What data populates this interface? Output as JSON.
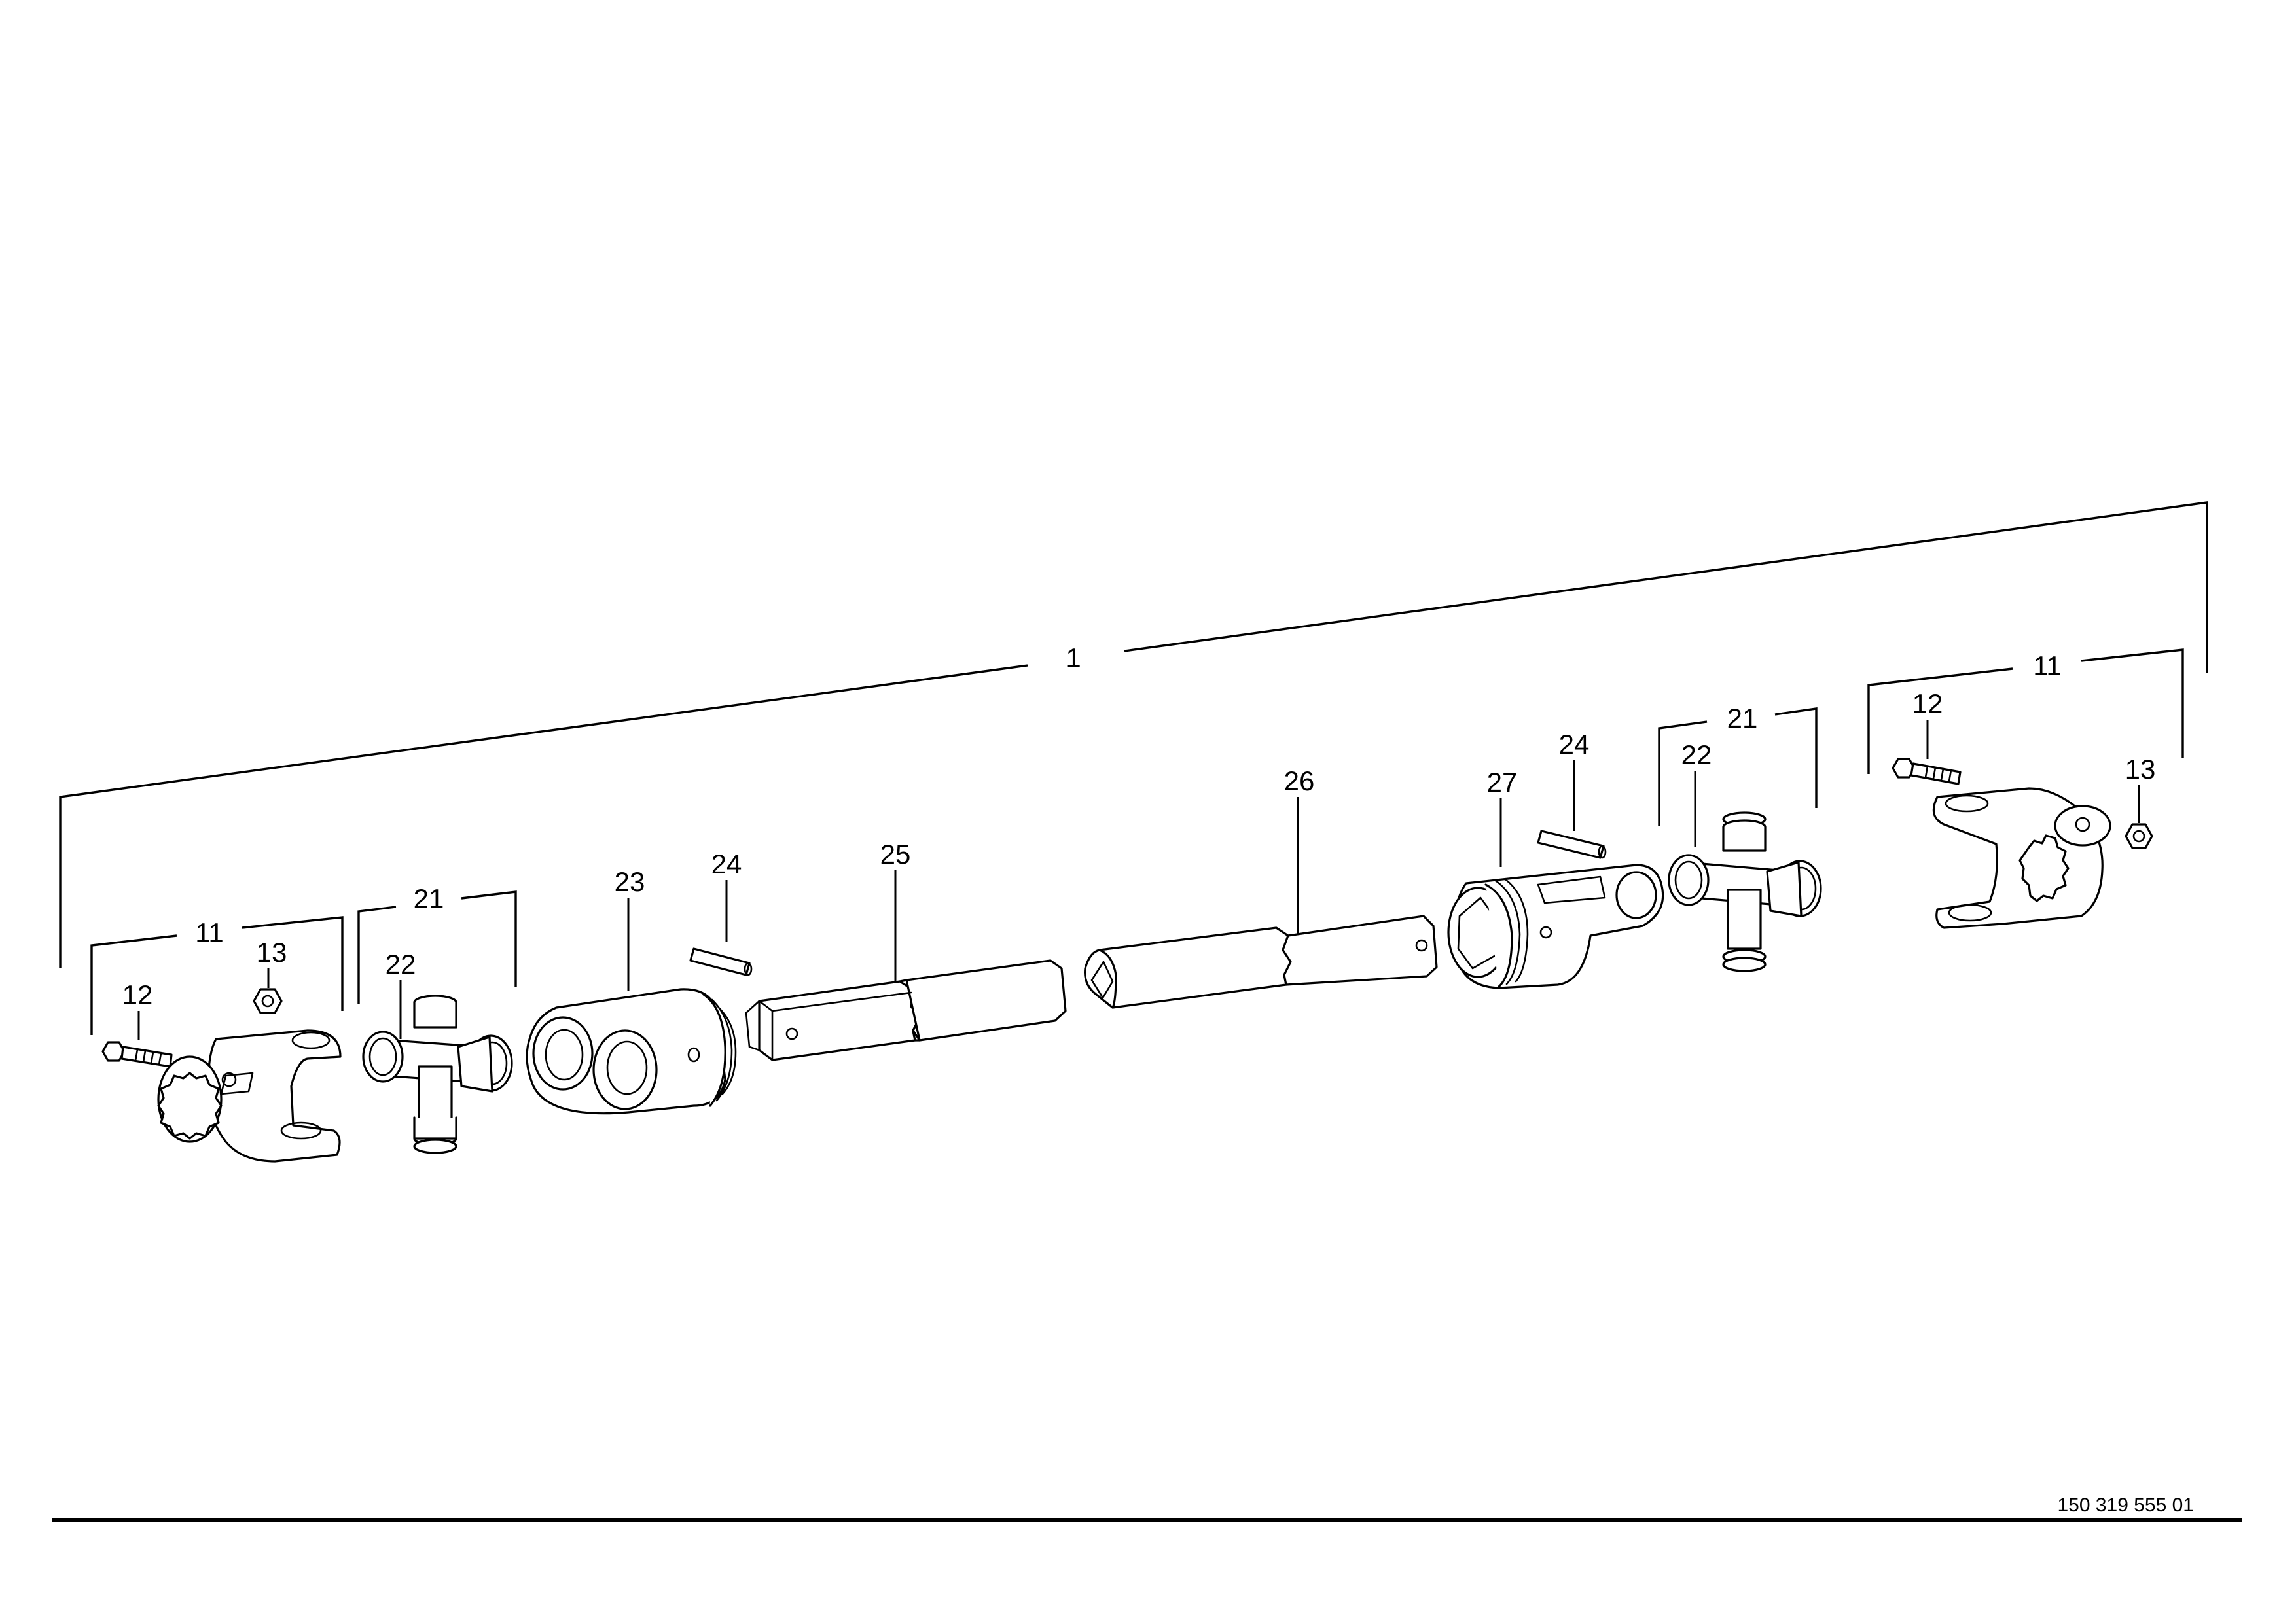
{
  "callouts": {
    "assembly": "1",
    "yoke_left": "11",
    "bolt_left": "12",
    "nut_left": "13",
    "joint_left": "21",
    "cross_left": "22",
    "inner_yoke": "23",
    "pin_left": "24",
    "inner_tube": "25",
    "outer_tube": "26",
    "outer_yoke": "27",
    "pin_right": "24",
    "cross_right": "22",
    "joint_right": "21",
    "yoke_right": "11",
    "bolt_right": "12",
    "nut_right": "13"
  },
  "document_number": "150 319 555 01",
  "icons": [
    "yoke-icon",
    "bolt-icon",
    "nut-icon",
    "universal-joint-cross-icon",
    "spring-pin-icon",
    "profile-tube-icon"
  ]
}
